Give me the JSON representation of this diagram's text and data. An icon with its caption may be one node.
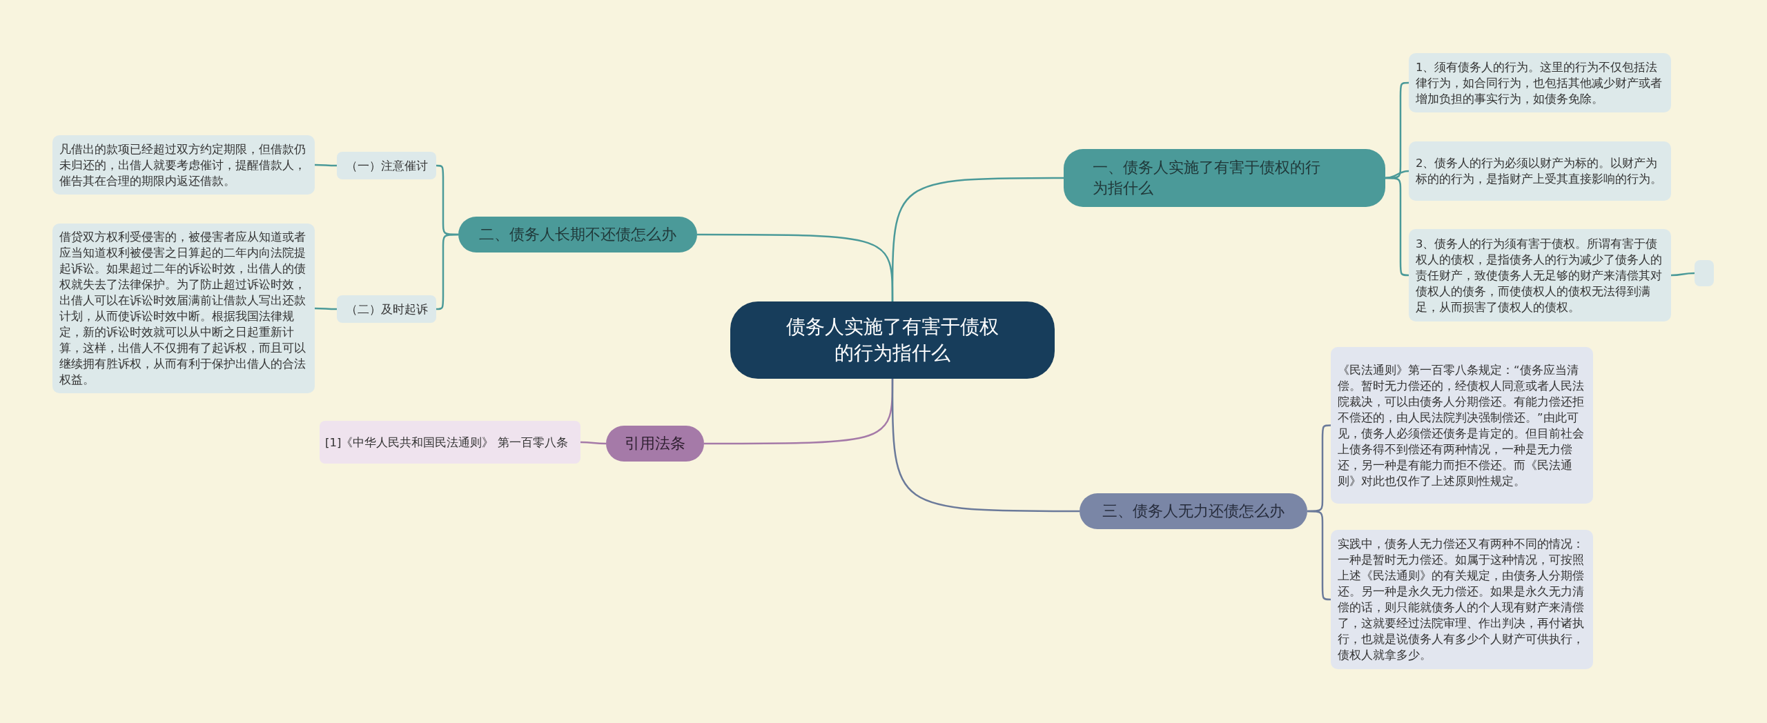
{
  "diagram": {
    "nodes": [
      {
        "text": [
          "债务人实施了有害于债权的行为指什么"
        ]
      },
      {
        "text": [
          "一、债务人实施了有害于债权的行为指什么"
        ]
      },
      {
        "text": [
          "1、须有债务人的行为。这里的行为不仅包括法律行为，如合同行为，也包括其他减少财产或者增加负担的事实行为，如债务免除。"
        ]
      },
      {
        "text": [
          "2、债务人的行为必须以财产为标的。以财产为标的的行为，是指财产上受其直接影响的行为。"
        ]
      },
      {
        "text": [
          "3、债务人的行为须有害于债权。所谓有害于债权人的债权，是指债务人的行为减少了债务人的责任财产，致使债务人无足够的财产来清偿其对债权人的债务，而使债权人的债权无法得到满足，从而损害了债权人的债权。"
        ]
      },
      {
        "text": [],
        "shape": "box"
      },
      {
        "text": [
          "二、债务人长期不还债怎么办"
        ]
      },
      {
        "text": [
          "（一）注意催讨"
        ]
      },
      {
        "text": [
          "凡借出的款项已经超过双方约定期限，但借款仍未归还的，出借人就要考虑催讨，提醒借款人，催告其在合理的期限内返还借款。"
        ]
      },
      {
        "text": [
          "（二）及时起诉"
        ]
      },
      {
        "text": [
          "借贷双方权利受侵害的，被侵害者应从知道或者应当知道权利被侵害之日算起的二年内向法院提起诉讼。如果超过二年的诉讼时效，出借人的债权就失去了法律保护。为了防止超过诉讼时效，出借人可以在诉讼时效届满前让借款人写出还款计划，从而使诉讼时效中断。根据我国法律规定，新的诉讼时效就可以从中断之日起重新计算，这样，出借人不仅拥有了起诉权，而且可以继续拥有胜诉权，从而有利于保护出借人的合法权益。"
        ]
      },
      {
        "text": [
          "引用法条"
        ]
      },
      {
        "text": [
          "[1]《中华人民共和国民法通则》 第一百零八条"
        ]
      },
      {
        "text": [
          "三、债务人无力还债怎么办"
        ]
      },
      {
        "text": [
          "《民法通则》第一百零八条规定：“债务应当清偿。暂时无力偿还的，经债权人同意或者人民法院裁决，可以由债务人分期偿还。有能力偿还拒不偿还的，由人民法院判决强制偿还。”由此可见，债务人必须偿还债务是肯定的。但目前社会上债务得不到偿还有两种情况，一种是无力偿还，另一种是有能力而拒不偿还。而《民法通则》对此也仅作了上述原则性规定。"
        ]
      },
      {
        "text": [
          "实践中，债务人无力偿还又有两种不同的情况：一种是暂时无力偿还。如属于这种情况，可按照上述《民法通则》的有关规定，由债务人分期偿还。另一种是永久无力偿还。如果是永久无力清偿的话，则只能就债务人的个人现有财产来清偿了，这就要经过法院审理、作出判决，再付诸执行，也就是说债务人有多少个人财产可供执行，债权人就拿多少。"
        ]
      }
    ],
    "edges": [
      {
        "from": 0,
        "to": 1,
        "arrow": "none"
      },
      {
        "from": 1,
        "to": 2,
        "arrow": "none"
      },
      {
        "from": 1,
        "to": 3,
        "arrow": "none"
      },
      {
        "from": 1,
        "to": 4,
        "arrow": "none"
      },
      {
        "from": 4,
        "to": 5,
        "arrow": "none"
      },
      {
        "from": 0,
        "to": 6,
        "arrow": "none"
      },
      {
        "from": 6,
        "to": 7,
        "arrow": "none"
      },
      {
        "from": 7,
        "to": 8,
        "arrow": "none"
      },
      {
        "from": 6,
        "to": 9,
        "arrow": "none"
      },
      {
        "from": 9,
        "to": 10,
        "arrow": "none"
      },
      {
        "from": 0,
        "to": 11,
        "arrow": "none",
        "color": "#a57aa8"
      },
      {
        "from": 11,
        "to": 12,
        "arrow": "none",
        "color": "#a57aa8"
      },
      {
        "from": 0,
        "to": 13,
        "arrow": "none",
        "color": "#6b7a9a"
      },
      {
        "from": 13,
        "to": 14,
        "arrow": "none",
        "color": "#6b7a9a"
      },
      {
        "from": 13,
        "to": 15,
        "arrow": "none",
        "color": "#6b7a9a"
      }
    ]
  }
}
